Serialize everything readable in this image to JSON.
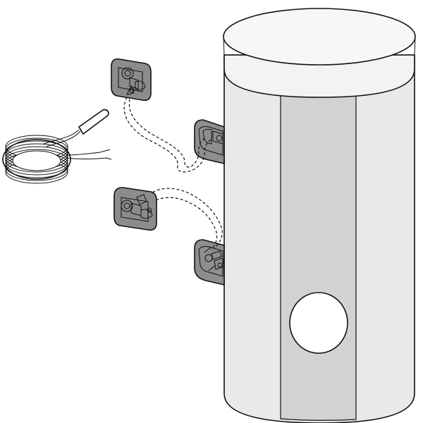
{
  "illustration": {
    "components": [
      {
        "name": "storage-cylinder"
      },
      {
        "name": "temperature-sensor"
      },
      {
        "name": "upper-valve-fitting"
      },
      {
        "name": "lower-valve-fitting"
      },
      {
        "name": "upper-connection-bracket"
      },
      {
        "name": "lower-connection-bracket"
      }
    ],
    "colors": {
      "tank_body": "#e9e9e9",
      "tank_band": "#d2d2d2",
      "tank_top": "#f3f3f3",
      "fitting_plate": "#8c8c8c",
      "bracket": "#8e8e8e",
      "outline": "#111111",
      "background": "#ffffff"
    }
  }
}
